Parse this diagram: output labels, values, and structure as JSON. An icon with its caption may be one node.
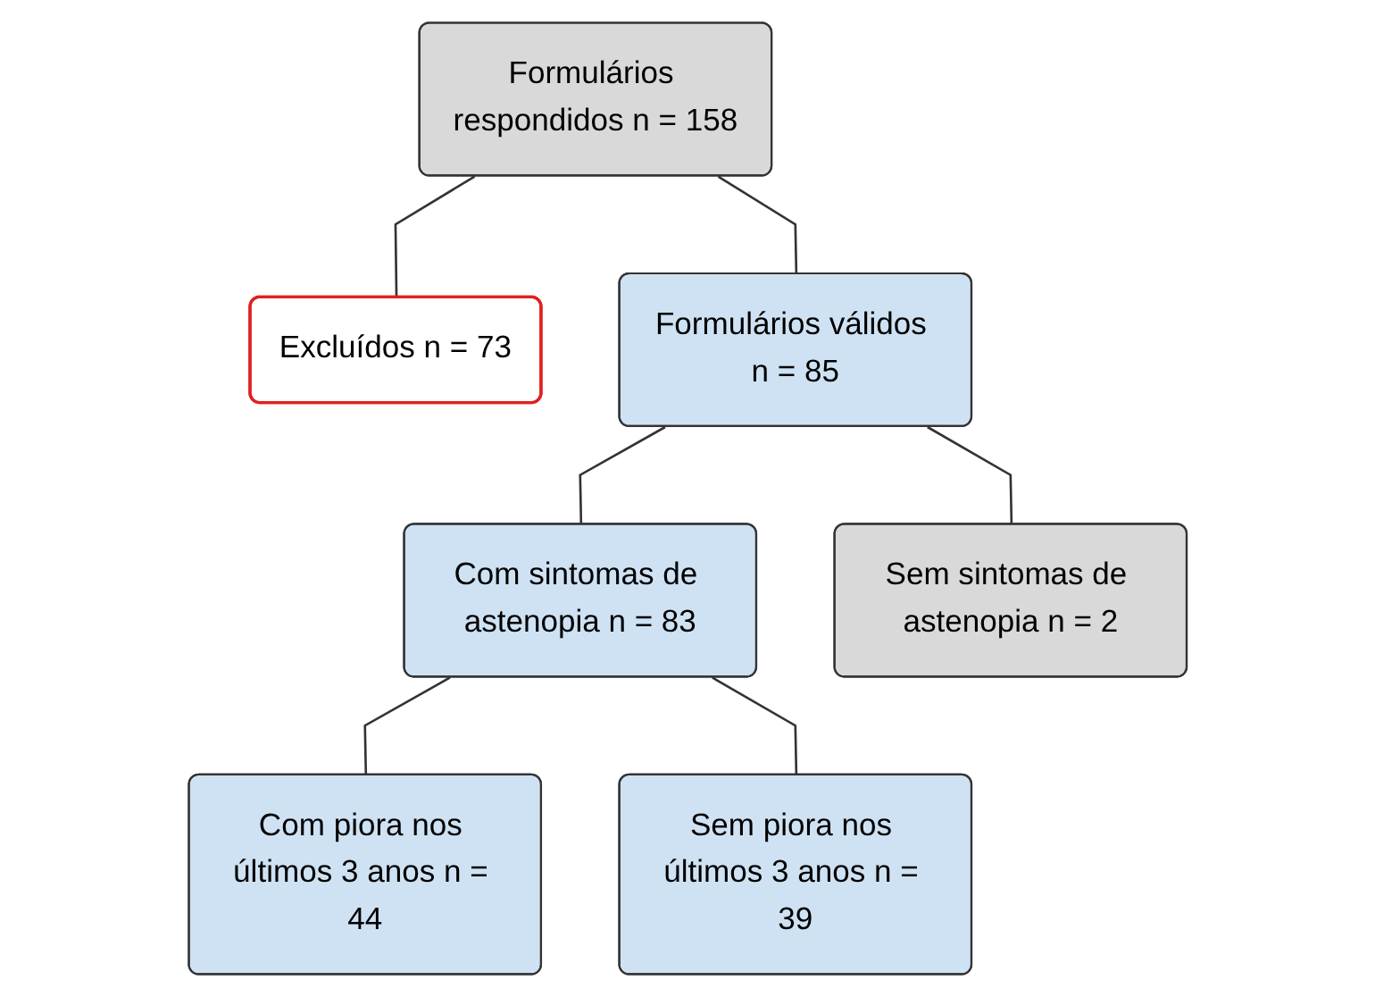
{
  "diagram": {
    "nodes": [
      {
        "text": [
          "Formulários respondidos n = 158"
        ]
      },
      {
        "text": [
          "Excluídos n = 73"
        ]
      },
      {
        "text": [
          "Formulários válidos n = 85"
        ]
      },
      {
        "text": [
          "Com sintomas de astenopia n = 83"
        ]
      },
      {
        "text": [
          "Sem sintomas de astenopia n = 2"
        ]
      },
      {
        "text": [
          "Com piora nos últimos 3 anos n = 44"
        ]
      },
      {
        "text": [
          "Sem piora nos últimos 3 anos n = 39"
        ]
      }
    ],
    "edges": [
      {
        "from": 0,
        "to": 2,
        "arrow": "none"
      },
      {
        "from": 0,
        "to": 1,
        "arrow": "none"
      },
      {
        "from": 2,
        "to": 3,
        "arrow": "none"
      },
      {
        "from": 2,
        "to": 4,
        "arrow": "none"
      },
      {
        "from": 3,
        "to": 5,
        "arrow": "none"
      },
      {
        "from": 3,
        "to": 6,
        "arrow": "none"
      }
    ]
  }
}
